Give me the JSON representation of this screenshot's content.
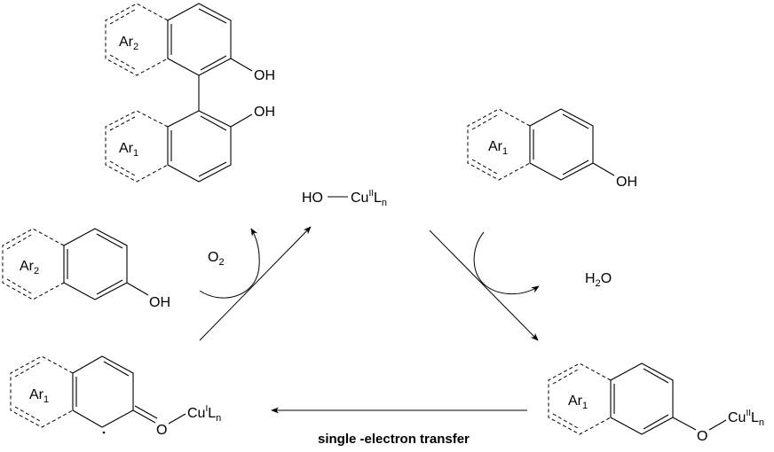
{
  "title": "Copper-catalyzed oxidative coupling of naphthols (catalytic cycle)",
  "species": {
    "binol": {
      "name": "cross-coupled BINOL product",
      "upper_ring_label": "Ar",
      "upper_ring_sub": "2",
      "lower_ring_label": "Ar",
      "lower_ring_sub": "1",
      "oh_upper": "OH",
      "oh_lower": "OH"
    },
    "catalyst": {
      "name": "copper(II) hydroxide catalyst",
      "ho": "HO",
      "cu": "Cu",
      "ox": "II",
      "ligand": "L",
      "ligand_sub": "n"
    },
    "naphthol_ar1": {
      "name": "naphthol Ar1 substrate",
      "ring_label": "Ar",
      "ring_sub": "1",
      "oh": "OH"
    },
    "naphthol_ar2": {
      "name": "naphthol Ar2 substrate",
      "ring_label": "Ar",
      "ring_sub": "2",
      "oh": "OH"
    },
    "copper_phenoxide": {
      "name": "copper(II) naphthoxide",
      "ring_label": "Ar",
      "ring_sub": "1",
      "o": "O",
      "cu": "Cu",
      "ox": "II",
      "ligand": "L",
      "ligand_sub": "n"
    },
    "radical_complex": {
      "name": "Cu(I)-bound naphthoxy radical",
      "ring_label": "Ar",
      "ring_sub": "1",
      "o": "O",
      "cu": "Cu",
      "ox": "I",
      "ligand": "L",
      "ligand_sub": "n",
      "radical": "·"
    }
  },
  "reagents": {
    "o2": "O",
    "o2_sub": "2",
    "h2o_h": "H",
    "h2o_sub": "2",
    "h2o_o": "O"
  },
  "steps": {
    "set": "single -electron transfer"
  }
}
